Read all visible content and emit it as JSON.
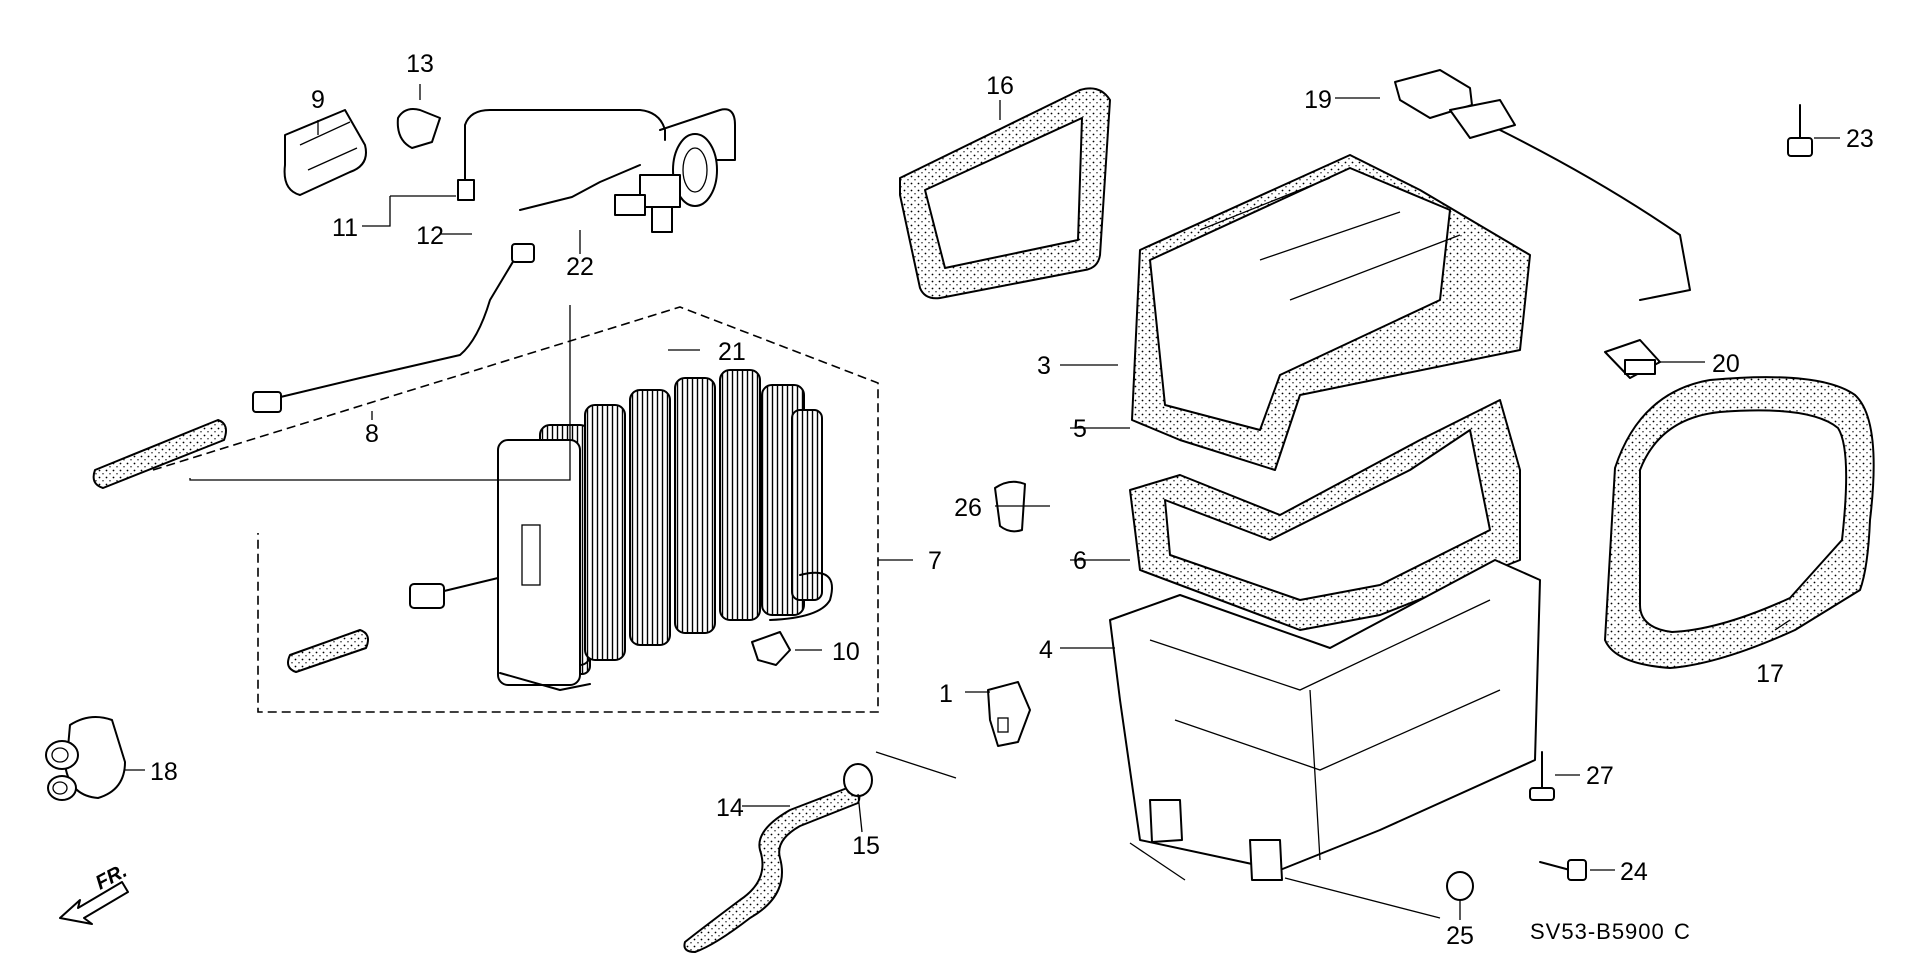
{
  "diagram": {
    "catalog_code": "SV53-B5900",
    "catalog_suffix": "C",
    "direction_label": "FR.",
    "callouts": {
      "c1": "1",
      "c3": "3",
      "c4": "4",
      "c5": "5",
      "c6": "6",
      "c7": "7",
      "c8": "8",
      "c9": "9",
      "c10": "10",
      "c11": "11",
      "c12": "12",
      "c13": "13",
      "c14": "14",
      "c15": "15",
      "c16": "16",
      "c17": "17",
      "c18": "18",
      "c19": "19",
      "c20": "20",
      "c21": "21",
      "c22": "22",
      "c23": "23",
      "c24": "24",
      "c25": "25",
      "c26": "26",
      "c27": "27"
    }
  }
}
